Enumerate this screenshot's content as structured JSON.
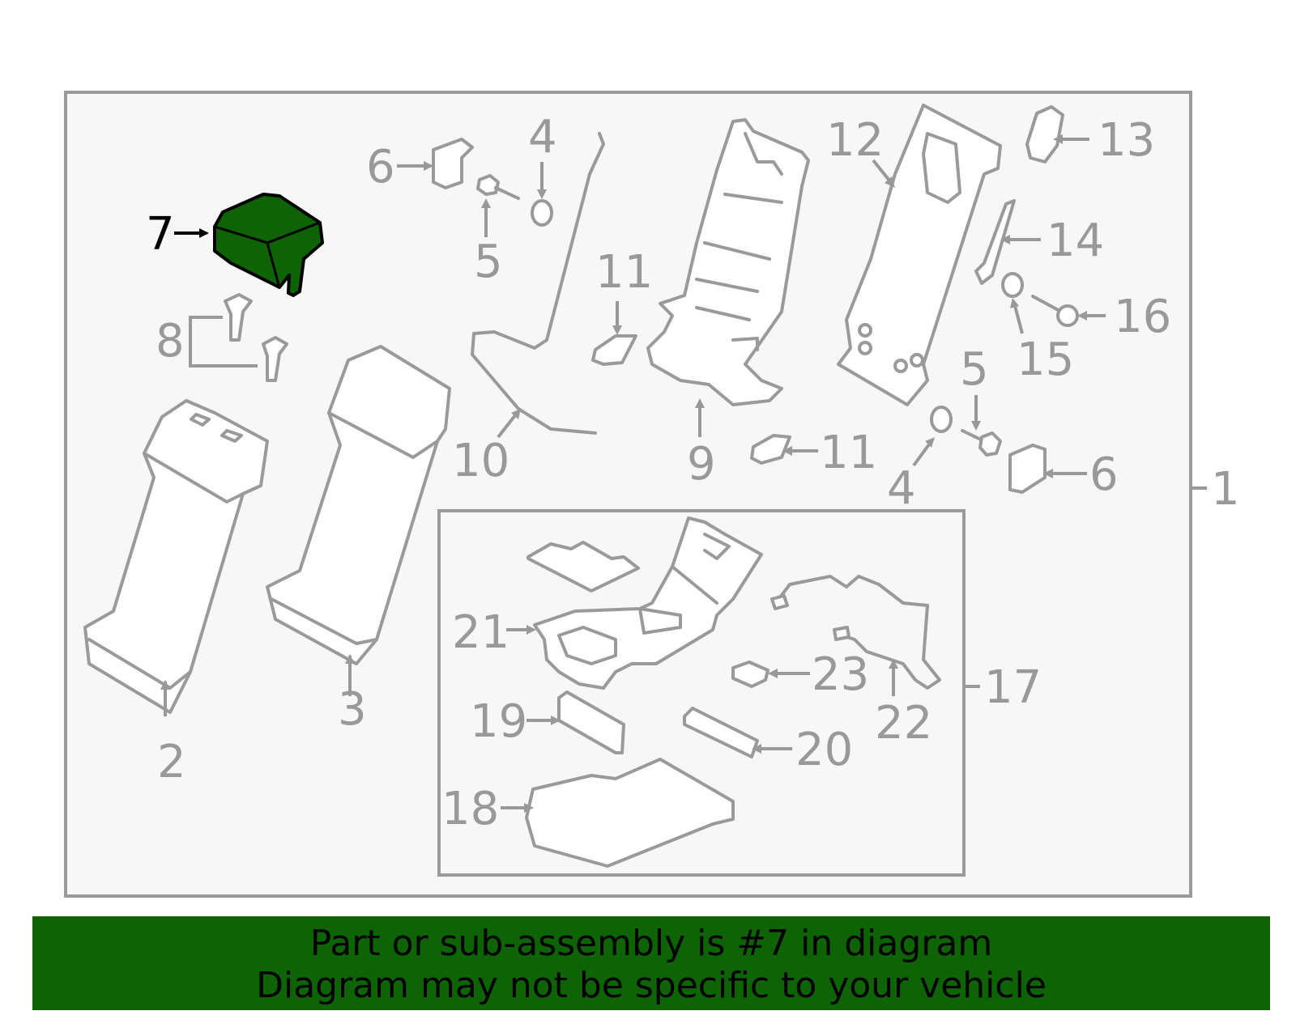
{
  "diagram": {
    "highlight_part": "7",
    "highlight_color": "#0e6305",
    "labels": {
      "p1": "1",
      "p2": "2",
      "p3": "3",
      "p4a": "4",
      "p4b": "4",
      "p5a": "5",
      "p5b": "5",
      "p6a": "6",
      "p6b": "6",
      "p7": "7",
      "p8": "8",
      "p9": "9",
      "p10": "10",
      "p11a": "11",
      "p11b": "11",
      "p12": "12",
      "p13": "13",
      "p14": "14",
      "p15": "15",
      "p16": "16",
      "p17": "17",
      "p18": "18",
      "p19": "19",
      "p20": "20",
      "p21": "21",
      "p22": "22",
      "p23": "23"
    }
  },
  "banner": {
    "line1": "Part or sub-assembly is #7 in diagram",
    "line2": "Diagram may not be specific to your vehicle",
    "background": "#0e6305"
  }
}
